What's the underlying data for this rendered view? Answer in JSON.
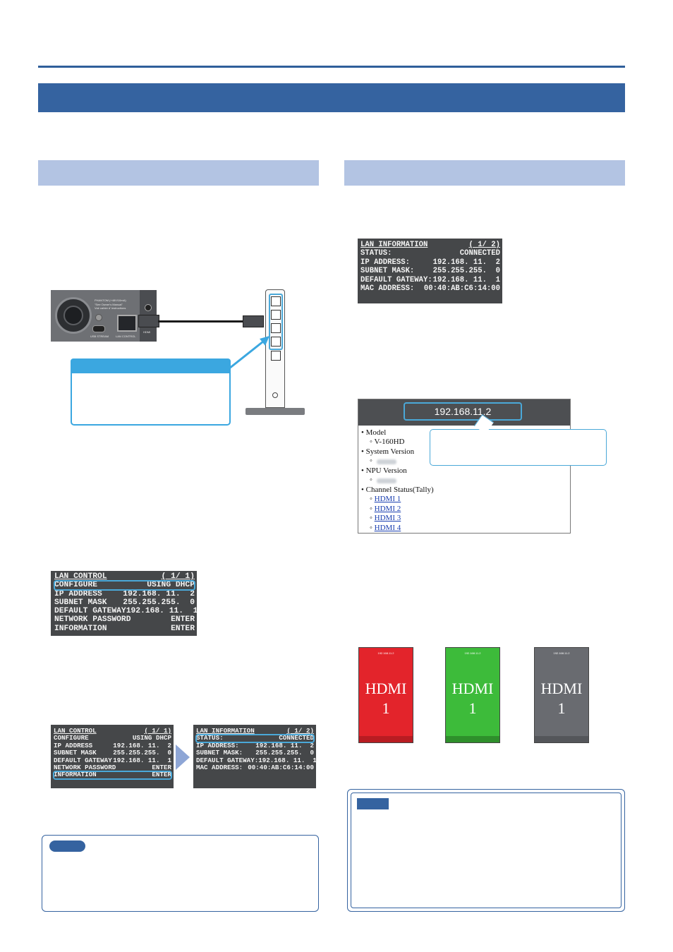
{
  "lan_control_screen": {
    "rows": [
      {
        "label": "LAN CONTROL",
        "value": "( 1/ 1)"
      },
      {
        "label": "CONFIGURE",
        "value": "USING DHCP"
      },
      {
        "label": "IP ADDRESS",
        "value": "192.168. 11.  2"
      },
      {
        "label": "SUBNET MASK",
        "value": "255.255.255.  0"
      },
      {
        "label": "DEFAULT GATEWAY",
        "value": "192.168. 11.  1"
      },
      {
        "label": "NETWORK PASSWORD",
        "value": "ENTER"
      },
      {
        "label": "INFORMATION",
        "value": "ENTER"
      }
    ]
  },
  "lan_info_screen": {
    "rows": [
      {
        "label": "LAN INFORMATION",
        "value": "( 1/ 2)"
      },
      {
        "label": "STATUS:",
        "value": "CONNECTED"
      },
      {
        "label": "IP ADDRESS:",
        "value": "192.168. 11.  2"
      },
      {
        "label": "SUBNET MASK:",
        "value": "255.255.255.  0"
      },
      {
        "label": "DEFAULT GATEWAY:",
        "value": "192.168. 11.  1"
      },
      {
        "label": "MAC ADDRESS:",
        "value": "00:40:AB:C6:14:00"
      }
    ]
  },
  "device_panel": {
    "phantom": "PHANTOM (+48V/10mA)",
    "phantom_note1": "\"See Owner's Manual\"",
    "phantom_note2": "Voir cahier d' instructions",
    "usb_label": "USB STREAM",
    "lan_label": "LAN CONTROL",
    "hdmi_label": "HDMI"
  },
  "browser": {
    "url": "192.168.11.2",
    "items": [
      {
        "bullet": "•",
        "text": "Model"
      },
      {
        "bullet": "◦",
        "text": "V-160HD"
      },
      {
        "bullet": "•",
        "text": "System Version"
      },
      {
        "bullet": "•",
        "text": "NPU Version"
      },
      {
        "bullet": "•",
        "text": "Channel Status(Tally)"
      }
    ],
    "links": [
      "HDMI 1",
      "HDMI 2",
      "HDMI 3",
      "HDMI 4"
    ],
    "sub_bullet": "◦"
  },
  "phones": [
    {
      "label": "HDMI\n1",
      "line1": "HDMI",
      "line2": "1",
      "status": "192.168.11.2",
      "color": "#e3242b"
    },
    {
      "label": "HDMI\n1",
      "line1": "HDMI",
      "line2": "1",
      "status": "192.168.11.2",
      "color": "#3dbb3a"
    },
    {
      "label": "HDMI\n1",
      "line1": "HDMI",
      "line2": "1",
      "status": "192.168.11.2",
      "color": "#696b70"
    }
  ]
}
